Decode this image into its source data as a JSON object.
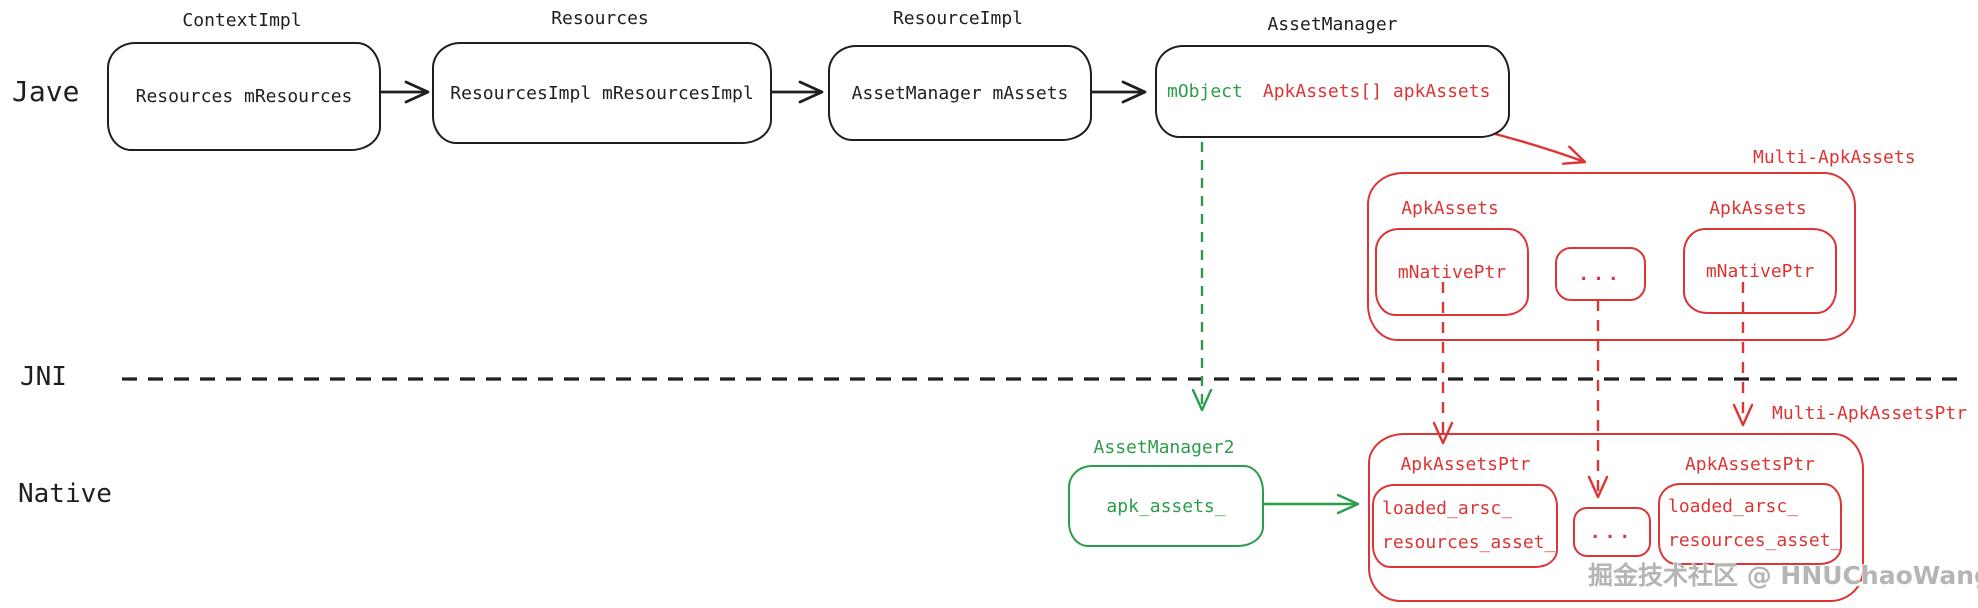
{
  "layers": {
    "java": "Jave",
    "jni": "JNI",
    "native": "Native"
  },
  "java_chain": [
    {
      "title": "ContextImpl",
      "field": "Resources mResources"
    },
    {
      "title": "Resources",
      "field": "ResourcesImpl mResourcesImpl"
    },
    {
      "title": "ResourceImpl",
      "field": "AssetManager mAssets"
    },
    {
      "title": "AssetManager",
      "field_green": "mObject",
      "field_red": "ApkAssets[] apkAssets"
    }
  ],
  "multi_apk_assets": {
    "label": "Multi-ApkAssets",
    "items": [
      {
        "title": "ApkAssets",
        "field": "mNativePtr"
      },
      {
        "title": "",
        "field": "..."
      },
      {
        "title": "ApkAssets",
        "field": "mNativePtr"
      }
    ]
  },
  "native_section": {
    "asset_manager2": {
      "title": "AssetManager2",
      "field": "apk_assets_"
    },
    "multi_apk_assets_ptr": {
      "label": "Multi-ApkAssetsPtr",
      "items": [
        {
          "title": "ApkAssetsPtr",
          "line1": "loaded_arsc_",
          "line2": "resources_asset_"
        },
        {
          "title": "",
          "line1": "..."
        },
        {
          "title": "ApkAssetsPtr",
          "line1": "loaded_arsc_",
          "line2": "resources_asset_"
        }
      ]
    }
  },
  "colors": {
    "ink": "#1f1f1f",
    "red": "#dc3535",
    "green": "#2b9d4c",
    "watermark_gray": "#b5b5b5"
  },
  "watermark": "掘金技术社区 @ HNUChaoWang"
}
